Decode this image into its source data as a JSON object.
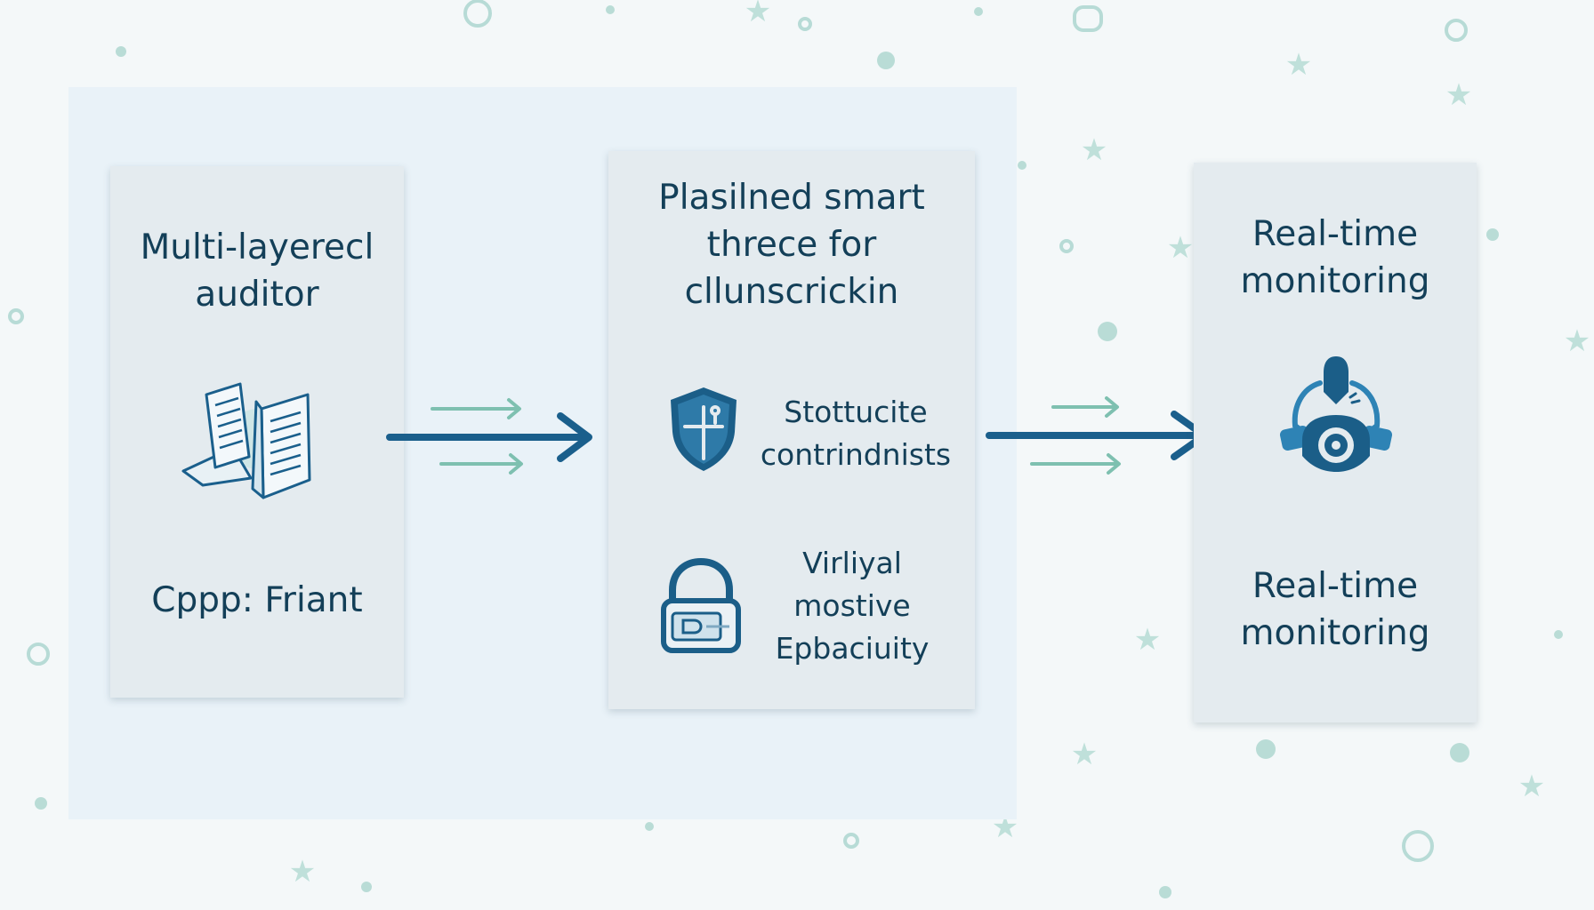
{
  "diagram": {
    "stages": [
      {
        "title": "Multi-layerecl auditor",
        "icon": "documents-icon",
        "footer": "Cppp: Friant"
      },
      {
        "title": "Plasilned smart threce for cllunscrickin",
        "items": [
          {
            "icon": "shield-icon",
            "label": "Stottucite contrindnists"
          },
          {
            "icon": "padlock-icon",
            "label": "Virliyal mostive Epbaciuity"
          }
        ]
      },
      {
        "title": "Real-time monitoring",
        "icon": "monitoring-person-icon",
        "footer": "Real-time monitoring"
      }
    ],
    "connectors": [
      "flow-arrow",
      "flow-arrow"
    ]
  },
  "colors": {
    "main_arrow": "#1a5f8c",
    "accent_arrow": "#7ec0b0",
    "text": "#133f58",
    "card": "#e4ebef",
    "panel": "#e9f2f8",
    "background": "#f4f8f9"
  }
}
